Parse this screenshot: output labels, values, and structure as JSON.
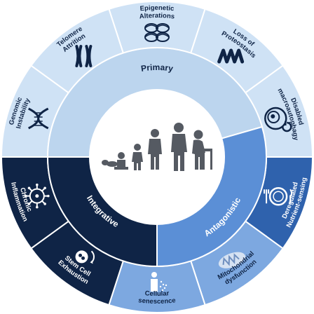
{
  "groups": [
    {
      "label": "Primary",
      "color": "#bcd5ee",
      "text_color": "#0f2446"
    },
    {
      "label": "Antagonistic",
      "color": "#5b8fd6",
      "text_color": "#ffffff"
    },
    {
      "label": "Integrative",
      "color": "#0f2446",
      "text_color": "#ffffff"
    }
  ],
  "hallmarks": [
    {
      "lines": [
        "Epigenetic",
        "Alterations"
      ],
      "icon": "chromatin-icon",
      "group": "primary"
    },
    {
      "lines": [
        "Loss of",
        "Proteostasis"
      ],
      "icon": "protein-fold-icon",
      "group": "primary"
    },
    {
      "lines": [
        "Disabled",
        "macroautophagy"
      ],
      "icon": "autophagy-cell-icon",
      "group": "primary"
    },
    {
      "lines": [
        "Deregulated",
        "Nutrient-sensing"
      ],
      "icon": "plate-cutlery-icon",
      "group": "antagonistic"
    },
    {
      "lines": [
        "Mitochondrial",
        "dysfunction"
      ],
      "icon": "mitochondrion-icon",
      "group": "antagonistic"
    },
    {
      "lines": [
        "Cellular",
        "senescence"
      ],
      "icon": "senescent-cell-icon",
      "group": "antagonistic"
    },
    {
      "lines": [
        "Stem Cell",
        "Exhaustion"
      ],
      "icon": "stem-cell-icon",
      "group": "integrative"
    },
    {
      "lines": [
        "Chronic",
        "Inflammation"
      ],
      "icon": "virus-icon",
      "group": "integrative"
    },
    {
      "lines": [
        "Genomic",
        "Instability"
      ],
      "icon": "dna-helix-icon",
      "group": "primary"
    },
    {
      "lines": [
        "Telomere",
        "Attrition"
      ],
      "icon": "chromosome-icon",
      "group": "primary"
    }
  ],
  "center": {
    "icon": "human-aging-figures-icon"
  },
  "colors": {
    "primary_outer": "#cfe2f5",
    "primary_inner": "#bcd5ee",
    "antagonistic_outer": "#7da8e0",
    "antagonistic_inner": "#5b8fd6",
    "antagonistic_dark": "#2f62ad",
    "integrative": "#0f2446",
    "figure": "#555a62",
    "divider": "#ffffff"
  }
}
